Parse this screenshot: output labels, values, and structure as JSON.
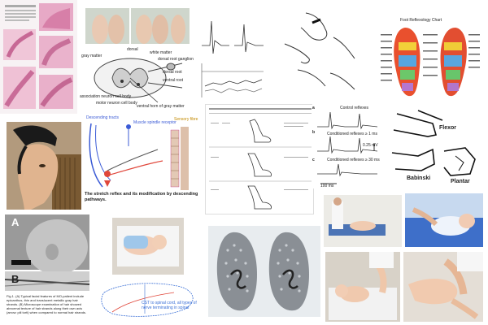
{
  "collage": {
    "tiles": {
      "spinal_cord": {
        "labels": {
          "dorsal": "dorsal",
          "white_matter": "white matter",
          "gray_matter": "gray matter",
          "dorsal_root_ganglion": "dorsal root ganglion",
          "dorsal_root": "dorsal root",
          "ventral_root": "ventral root",
          "association_neuron": "association neuron cell body",
          "motor_neuron": "motor neuron cell body",
          "ventral_horn": "ventral horn of gray matter"
        }
      },
      "stretch_reflex": {
        "labels": {
          "descending_tracts": "Descending tracts",
          "muscle_spindle": "Muscle spindle receptor",
          "sensory_fibre": "Sensory fibre",
          "caption": "The stretch reflex and its modification by descending pathways."
        }
      },
      "foot_reflexology": {
        "title": "Foot Reflexology Chart"
      },
      "conditioned_reflex": {
        "labels": {
          "panel_a": "a",
          "panel_b": "b",
          "panel_c": "c",
          "control": "Control reflexes",
          "conditioned_1": "Conditioned reflexes ≥ 1 ms",
          "conditioned_2": "Conditioned reflexes ≥ 30 ms",
          "scale_mv": "0.25 mV",
          "scale_ms": "100 ms"
        }
      },
      "babinski_diagram": {
        "labels": {
          "flexor": "Flexor",
          "babinski": "Babinski",
          "plantar": "Plantar"
        }
      },
      "head_scan": {
        "labels": {
          "panel_a": "A",
          "panel_b": "B",
          "caption": "Fig 1. (A) Typical facial features of MO-patient include epicanthus, thin and translucent metallic gray hair strands. (B) Microscope examination of hair showed abnormal texture of hair strands along their own axis (arrow: pili torti) when compared to normal hair strands."
        }
      },
      "neuro_sketch": {
        "labels": {
          "note": "CST to spinal cord, all types of nerve terminating in spinal"
        }
      }
    }
  }
}
